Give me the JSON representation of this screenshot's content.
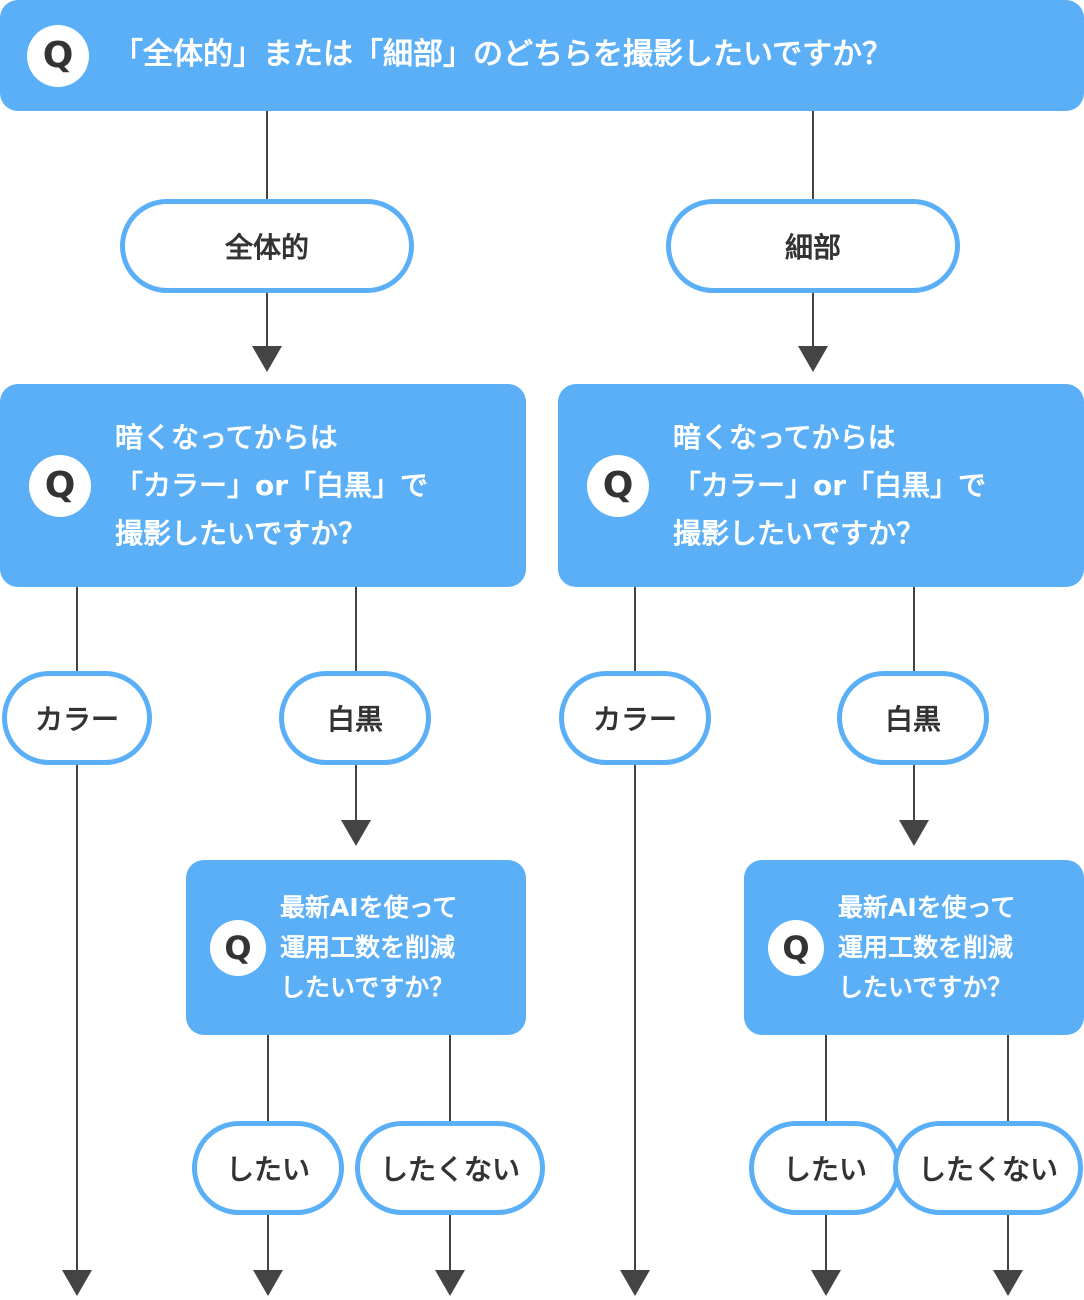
{
  "colors": {
    "accent": "#5aaff7",
    "line": "#444444",
    "text": "#333333"
  },
  "badge_icon": "Q",
  "q1": {
    "text": "「全体的」または「細部」のどちらを撮影したいですか？"
  },
  "left": {
    "choice": "全体的",
    "q2": {
      "text": "暗くなってからは\n「カラー」or「白黒」で\n撮影したいですか？"
    },
    "color_choice": "カラー",
    "mono_choice": "白黒",
    "q3": {
      "text": "最新AIを使って\n運用工数を削減\nしたいですか？"
    },
    "yes": "したい",
    "no": "したくない"
  },
  "right": {
    "choice": "細部",
    "q2": {
      "text": "暗くなってからは\n「カラー」or「白黒」で\n撮影したいですか？"
    },
    "color_choice": "カラー",
    "mono_choice": "白黒",
    "q3": {
      "text": "最新AIを使って\n運用工数を削減\nしたいですか？"
    },
    "yes": "したい",
    "no": "したくない"
  }
}
